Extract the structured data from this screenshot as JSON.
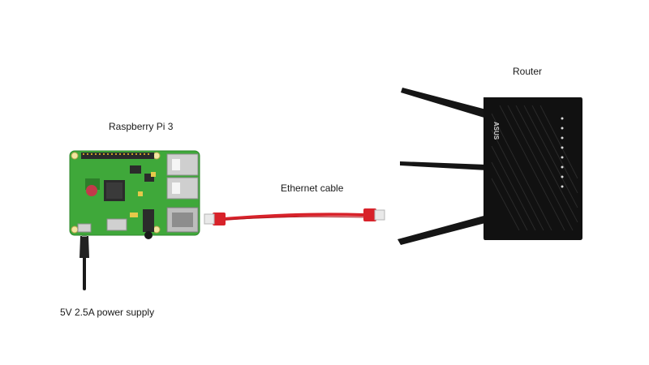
{
  "labels": {
    "raspberry_pi": "Raspberry Pi 3",
    "ethernet_cable": "Ethernet cable",
    "router": "Router",
    "power_supply": "5V 2.5A power supply"
  },
  "router_brand": "ASUS",
  "colors": {
    "pcb_green": "#3fa83a",
    "cable_red": "#d8222a",
    "router_body": "#111111",
    "background": "#ffffff"
  }
}
